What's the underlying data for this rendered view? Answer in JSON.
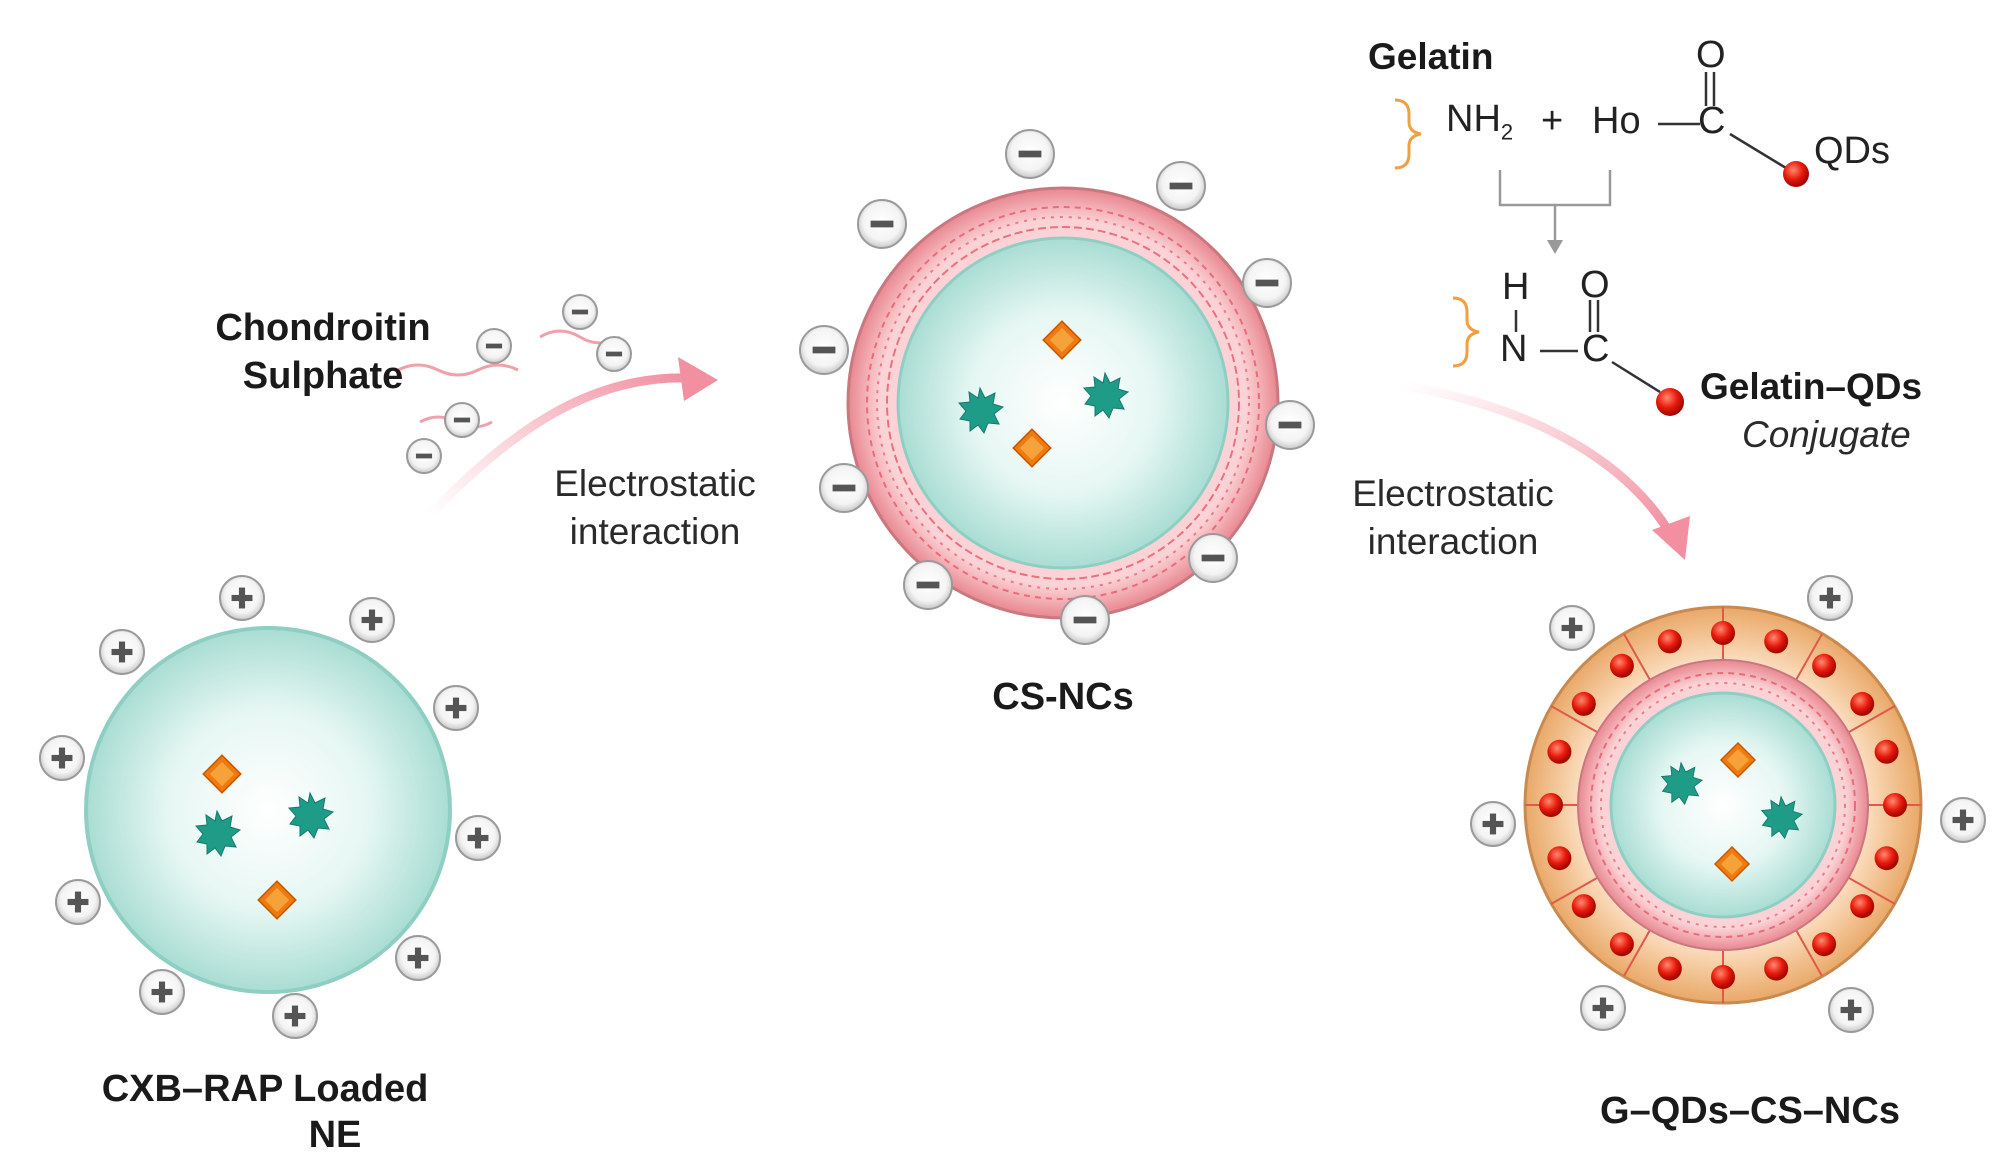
{
  "labels": {
    "chondroitin_line1": "Chondroitin",
    "chondroitin_line2": "Sulphate",
    "electrostatic1_line1": "Electrostatic",
    "electrostatic1_line2": "interaction",
    "electrostatic2_line1": "Electrostatic",
    "electrostatic2_line2": "interaction",
    "cs_ncs": "CS-NCs",
    "cxb_line1": "CXB–RAP Loaded",
    "cxb_line2": "NE",
    "g_qds": "G–QDs–CS–NCs",
    "gelatin": "Gelatin",
    "gelatin_qds": "Gelatin–QDs",
    "conjugate": "Conjugate"
  },
  "chemistry": {
    "nh": "NH",
    "nh_sub": "2",
    "plus": "+",
    "ho": "Ho",
    "c1": "C",
    "o1": "O",
    "qds": "QDs",
    "h": "H",
    "n": "N",
    "c2": "C",
    "o2": "O"
  },
  "colors": {
    "core": "#bfe8e0",
    "drug_green": "#1f9c88",
    "drug_orange": "#f07a10",
    "cs_shell": "#f4a8ae",
    "gelatin_shell": "#f6c79a",
    "qd_red": "#e02010",
    "arrow_pink": "#f5a5b2",
    "bracket_orange": "#f0a040"
  }
}
